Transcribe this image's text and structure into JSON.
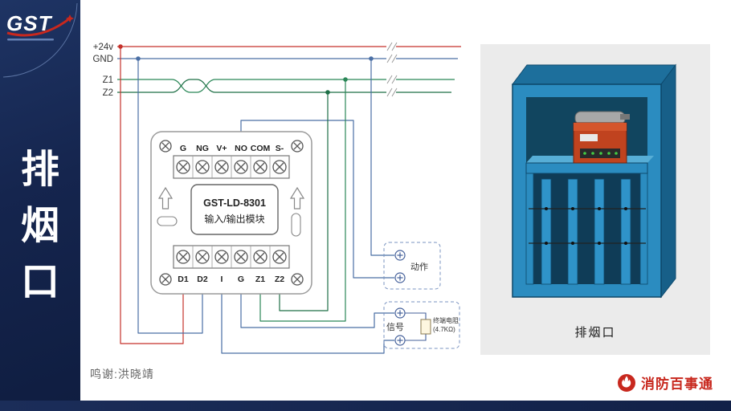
{
  "sidebar": {
    "logo_text": "GST",
    "title_chars": [
      "排",
      "烟",
      "口"
    ]
  },
  "diagram": {
    "bus": {
      "v24": "+24v",
      "gnd": "GND",
      "z1": "Z1",
      "z2": "Z2"
    },
    "module": {
      "top_terminals": [
        "G",
        "NG",
        "V+",
        "NO",
        "COM",
        "S-"
      ],
      "bottom_terminals": [
        "D1",
        "D2",
        "I",
        "G",
        "Z1",
        "Z2"
      ],
      "model": "GST-LD-8301",
      "subtitle": "输入/输出模块"
    },
    "action_label": "动作",
    "signal_label": "信号",
    "resistor_line1": "终端电阻",
    "resistor_line2": "(4.7KΩ)",
    "credit": "鸣谢:洪晓靖"
  },
  "photo": {
    "caption": "排烟口"
  },
  "brand": {
    "name": "消防百事通"
  },
  "colors": {
    "wire_24v": "#c5322b",
    "wire_gnd": "#4a6fa5",
    "wire_z1": "#2a8757",
    "wire_z2": "#1e6f46",
    "sidebar_bg": "#15254e",
    "brand_red": "#c8281e",
    "vent_blue": "#2b8cc0"
  }
}
